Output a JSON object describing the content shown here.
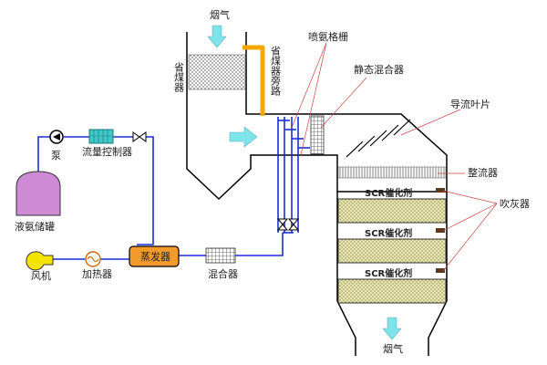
{
  "labels": {
    "flue_gas_in": "烟气",
    "flue_gas_out": "烟气",
    "economizer": "省煤器",
    "economizer_bypass": "省煤器旁路",
    "ammonia_grid": "喷氨格栅",
    "static_mixer": "静态混合器",
    "guide_vanes": "导流叶片",
    "rectifier": "整流器",
    "soot_blower": "吹灰器",
    "pump": "泵",
    "flow_controller": "流量控制器",
    "ammonia_tank": "液氨储罐",
    "fan": "风机",
    "heater": "加热器",
    "evaporator": "蒸发器",
    "mixer": "混合器",
    "scr1": "SCR催化剂",
    "scr2": "SCR催化剂",
    "scr3": "SCR催化剂"
  },
  "colors": {
    "pipe_blue": "#1a2fd6",
    "bypass_orange": "#f5a800",
    "arrow_cyan": "#7fe3ea",
    "tank_purple": "#cf8ad6",
    "evaporator_orange": "#f39a2c",
    "flow_ctrl_teal": "#3ec8c8",
    "catalyst_khaki": "#e8e6b0"
  }
}
